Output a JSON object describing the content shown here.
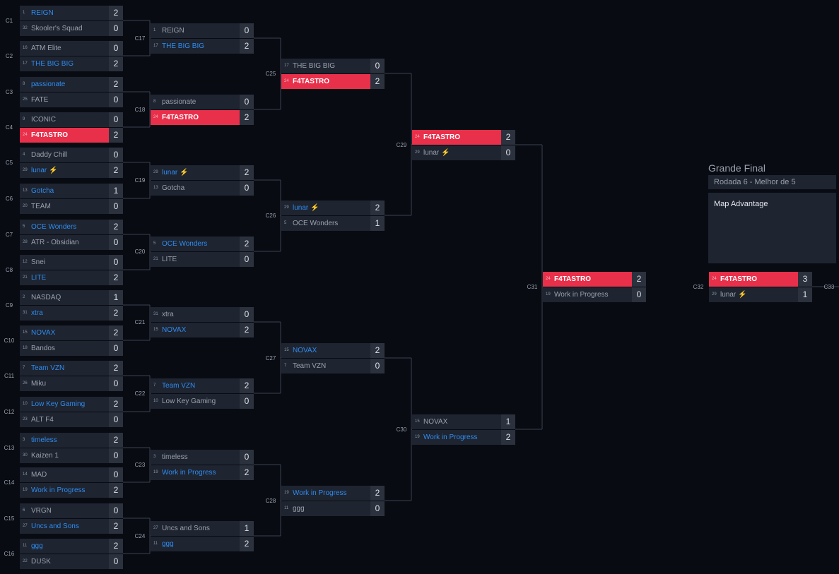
{
  "grand_final": {
    "title": "Grande Final",
    "round_info": "Rodada 6 - Melhor de 5",
    "panel_text": "Map Advantage"
  },
  "matches": [
    {
      "label": "C1",
      "teams": [
        {
          "seed": "1",
          "name": "REIGN",
          "score": "2",
          "win": true
        },
        {
          "seed": "32",
          "name": "Skooler's Squad",
          "score": "0"
        }
      ]
    },
    {
      "label": "C2",
      "teams": [
        {
          "seed": "16",
          "name": "ATM Elite",
          "score": "0"
        },
        {
          "seed": "17",
          "name": "THE BIG BIG",
          "score": "2",
          "win": true
        }
      ]
    },
    {
      "label": "C3",
      "teams": [
        {
          "seed": "8",
          "name": "passionate",
          "score": "2",
          "win": true
        },
        {
          "seed": "25",
          "name": "FATE",
          "score": "0"
        }
      ]
    },
    {
      "label": "C4",
      "teams": [
        {
          "seed": "9",
          "name": "ICONIC",
          "score": "0"
        },
        {
          "seed": "24",
          "name": "F4TASTRO",
          "score": "2",
          "hl": true
        }
      ]
    },
    {
      "label": "C5",
      "teams": [
        {
          "seed": "4",
          "name": "Daddy Chill",
          "score": "0"
        },
        {
          "seed": "29",
          "name": "lunar ⚡",
          "score": "2",
          "win": true
        }
      ]
    },
    {
      "label": "C6",
      "teams": [
        {
          "seed": "13",
          "name": "Gotcha",
          "score": "1",
          "win": true
        },
        {
          "seed": "20",
          "name": "TEAM",
          "score": "0"
        }
      ]
    },
    {
      "label": "C7",
      "teams": [
        {
          "seed": "5",
          "name": "OCE Wonders",
          "score": "2",
          "win": true
        },
        {
          "seed": "28",
          "name": "ATR - Obsidian",
          "score": "0"
        }
      ]
    },
    {
      "label": "C8",
      "teams": [
        {
          "seed": "12",
          "name": "Snei",
          "score": "0"
        },
        {
          "seed": "21",
          "name": "LITE",
          "score": "2",
          "win": true
        }
      ]
    },
    {
      "label": "C9",
      "teams": [
        {
          "seed": "2",
          "name": "NASDAQ",
          "score": "1"
        },
        {
          "seed": "31",
          "name": "xtra",
          "score": "2",
          "win": true
        }
      ]
    },
    {
      "label": "C10",
      "teams": [
        {
          "seed": "15",
          "name": "NOVAX",
          "score": "2",
          "win": true
        },
        {
          "seed": "18",
          "name": "Bandos",
          "score": "0"
        }
      ]
    },
    {
      "label": "C11",
      "teams": [
        {
          "seed": "7",
          "name": "Team VZN",
          "score": "2",
          "win": true
        },
        {
          "seed": "26",
          "name": "Miku",
          "score": "0"
        }
      ]
    },
    {
      "label": "C12",
      "teams": [
        {
          "seed": "10",
          "name": "Low Key Gaming",
          "score": "2",
          "win": true
        },
        {
          "seed": "23",
          "name": "ALT F4",
          "score": "0"
        }
      ]
    },
    {
      "label": "C13",
      "teams": [
        {
          "seed": "3",
          "name": "timeless",
          "score": "2",
          "win": true
        },
        {
          "seed": "30",
          "name": "Kaizen 1",
          "score": "0"
        }
      ]
    },
    {
      "label": "C14",
      "teams": [
        {
          "seed": "14",
          "name": "MAD",
          "score": "0"
        },
        {
          "seed": "19",
          "name": "Work in Progress",
          "score": "2",
          "win": true
        }
      ]
    },
    {
      "label": "C15",
      "teams": [
        {
          "seed": "6",
          "name": "VRGN",
          "score": "0"
        },
        {
          "seed": "27",
          "name": "Uncs and Sons",
          "score": "2",
          "win": true
        }
      ]
    },
    {
      "label": "C16",
      "teams": [
        {
          "seed": "11",
          "name": "ggg",
          "score": "2",
          "win": true
        },
        {
          "seed": "22",
          "name": "DUSK",
          "score": "0"
        }
      ]
    },
    {
      "label": "C17",
      "teams": [
        {
          "seed": "1",
          "name": "REIGN",
          "score": "0"
        },
        {
          "seed": "17",
          "name": "THE BIG BIG",
          "score": "2",
          "win": true
        }
      ]
    },
    {
      "label": "C18",
      "teams": [
        {
          "seed": "8",
          "name": "passionate",
          "score": "0"
        },
        {
          "seed": "24",
          "name": "F4TASTRO",
          "score": "2",
          "hl": true
        }
      ]
    },
    {
      "label": "C19",
      "teams": [
        {
          "seed": "29",
          "name": "lunar ⚡",
          "score": "2",
          "win": true
        },
        {
          "seed": "13",
          "name": "Gotcha",
          "score": "0"
        }
      ]
    },
    {
      "label": "C20",
      "teams": [
        {
          "seed": "5",
          "name": "OCE Wonders",
          "score": "2",
          "win": true
        },
        {
          "seed": "21",
          "name": "LITE",
          "score": "0"
        }
      ]
    },
    {
      "label": "C21",
      "teams": [
        {
          "seed": "31",
          "name": "xtra",
          "score": "0"
        },
        {
          "seed": "15",
          "name": "NOVAX",
          "score": "2",
          "win": true
        }
      ]
    },
    {
      "label": "C22",
      "teams": [
        {
          "seed": "7",
          "name": "Team VZN",
          "score": "2",
          "win": true
        },
        {
          "seed": "10",
          "name": "Low Key Gaming",
          "score": "0"
        }
      ]
    },
    {
      "label": "C23",
      "teams": [
        {
          "seed": "3",
          "name": "timeless",
          "score": "0"
        },
        {
          "seed": "19",
          "name": "Work in Progress",
          "score": "2",
          "win": true
        }
      ]
    },
    {
      "label": "C24",
      "teams": [
        {
          "seed": "27",
          "name": "Uncs and Sons",
          "score": "1"
        },
        {
          "seed": "11",
          "name": "ggg",
          "score": "2",
          "win": true
        }
      ]
    },
    {
      "label": "C25",
      "teams": [
        {
          "seed": "17",
          "name": "THE BIG BIG",
          "score": "0"
        },
        {
          "seed": "24",
          "name": "F4TASTRO",
          "score": "2",
          "hl": true
        }
      ]
    },
    {
      "label": "C26",
      "teams": [
        {
          "seed": "29",
          "name": "lunar ⚡",
          "score": "2",
          "win": true
        },
        {
          "seed": "5",
          "name": "OCE Wonders",
          "score": "1"
        }
      ]
    },
    {
      "label": "C27",
      "teams": [
        {
          "seed": "15",
          "name": "NOVAX",
          "score": "2",
          "win": true
        },
        {
          "seed": "7",
          "name": "Team VZN",
          "score": "0"
        }
      ]
    },
    {
      "label": "C28",
      "teams": [
        {
          "seed": "19",
          "name": "Work in Progress",
          "score": "2",
          "win": true
        },
        {
          "seed": "11",
          "name": "ggg",
          "score": "0"
        }
      ]
    },
    {
      "label": "C29",
      "teams": [
        {
          "seed": "24",
          "name": "F4TASTRO",
          "score": "2",
          "hl": true
        },
        {
          "seed": "29",
          "name": "lunar ⚡",
          "score": "0"
        }
      ]
    },
    {
      "label": "C30",
      "teams": [
        {
          "seed": "15",
          "name": "NOVAX",
          "score": "1"
        },
        {
          "seed": "19",
          "name": "Work in Progress",
          "score": "2",
          "win": true
        }
      ]
    },
    {
      "label": "C31",
      "teams": [
        {
          "seed": "24",
          "name": "F4TASTRO",
          "score": "2",
          "hl": true
        },
        {
          "seed": "19",
          "name": "Work in Progress",
          "score": "0"
        }
      ]
    },
    {
      "label": "C32",
      "teams": [
        {
          "seed": "24",
          "name": "F4TASTRO",
          "score": "3",
          "hl": true
        },
        {
          "seed": "29",
          "name": "lunar ⚡",
          "score": "1"
        }
      ]
    }
  ],
  "extra_label": "C33"
}
